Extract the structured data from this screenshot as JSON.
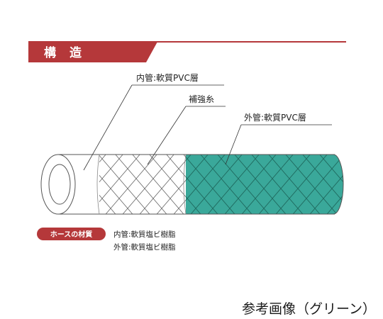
{
  "header": {
    "title": "構　造"
  },
  "labels": {
    "inner": "内管:軟質PVC層",
    "reinforcement": "補強糸",
    "outer": "外管:軟質PVC層"
  },
  "material": {
    "badge": "ホースの材質",
    "inner": "内管:軟質塩ビ樹脂",
    "outer": "外管:軟質塩ビ樹脂"
  },
  "caption": "参考画像（グリーン）",
  "colors": {
    "accent": "#b5383a",
    "outer_layer": "#3aa89a",
    "braid_white": "#ffffff",
    "outline": "#555555"
  }
}
